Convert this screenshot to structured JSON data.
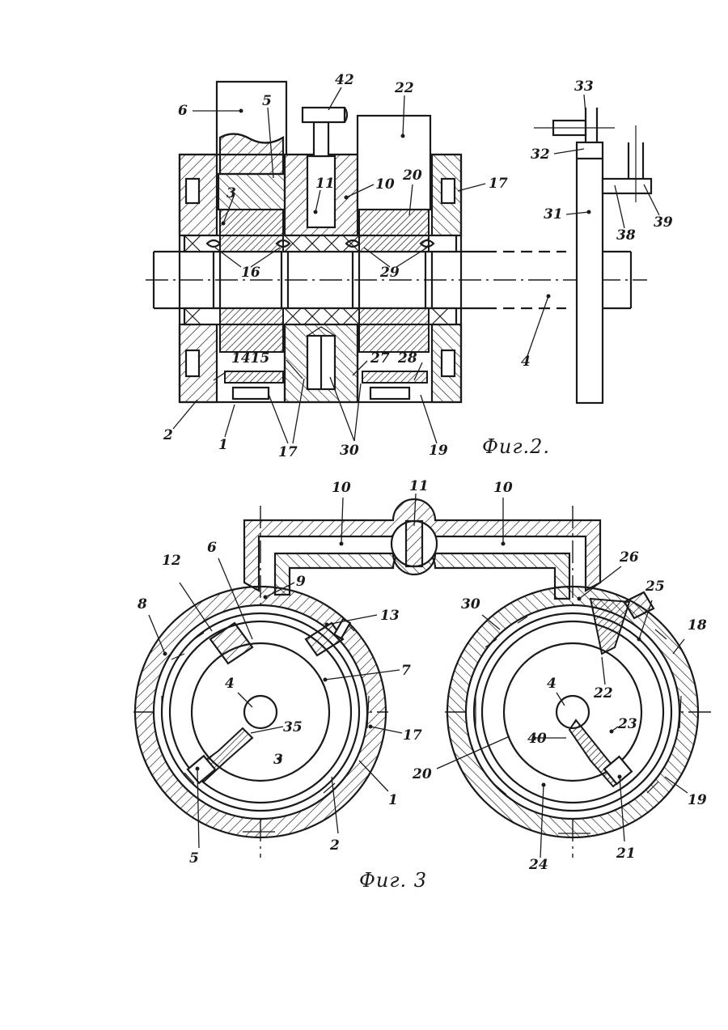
{
  "figures": [
    {
      "id": "fig2",
      "caption": "Фиг.2.",
      "labels": [
        "6",
        "5",
        "42",
        "22",
        "33",
        "32",
        "3",
        "11",
        "10",
        "20",
        "17",
        "31",
        "38",
        "39",
        "16",
        "29",
        "4",
        "1415",
        "27",
        "28",
        "2",
        "1",
        "17",
        "30",
        "19"
      ]
    },
    {
      "id": "fig3",
      "caption": "Фиг. 3",
      "labels": [
        "11",
        "10",
        "10",
        "26",
        "25",
        "18",
        "30",
        "12",
        "6",
        "9",
        "13",
        "8",
        "7",
        "4",
        "4",
        "22",
        "35",
        "17",
        "40",
        "23",
        "20",
        "3",
        "1",
        "19",
        "5",
        "2",
        "24",
        "21"
      ]
    }
  ],
  "colors": {
    "ink": "#1a1a1a",
    "paper": "#ffffff"
  }
}
